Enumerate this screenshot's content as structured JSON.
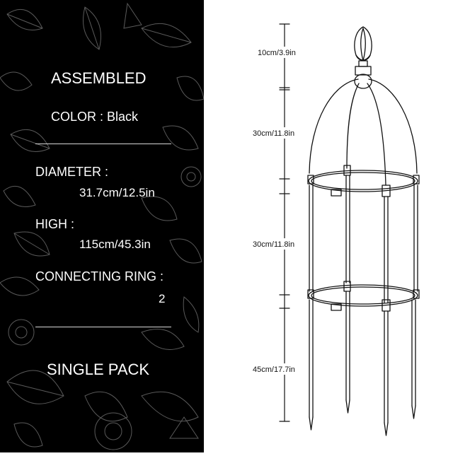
{
  "specs": {
    "assembled": "ASSEMBLED",
    "color": "COLOR : Black",
    "diameter_label": "DIAMETER :",
    "diameter_value": "31.7cm/12.5in",
    "high_label": "HIGH :",
    "high_value": "115cm/45.3in",
    "ring_label": "CONNECTING RING :",
    "ring_value": "2",
    "pack": "SINGLE PACK"
  },
  "dimensions": {
    "top": "10cm/3.9in",
    "upper": "30cm/11.8in",
    "middle": "30cm/11.8in",
    "bottom": "45cm/17.7in"
  },
  "colors": {
    "panel_bg": "#000000",
    "panel_text": "#ffffff",
    "line_art": "#111111",
    "divider": "#d8d8d8"
  }
}
